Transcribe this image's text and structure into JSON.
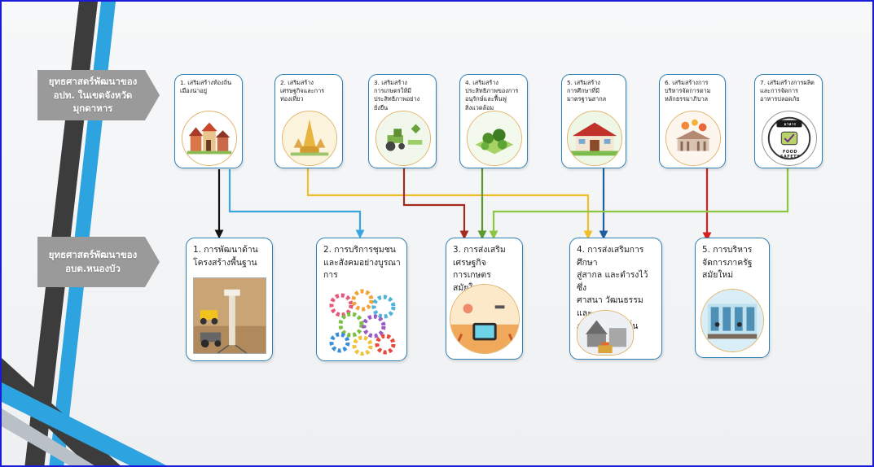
{
  "row1_label": "ยุทธศาสตร์พัฒนาของ\nอปท. ในเขตจังหวัด\nมุกดาหาร",
  "row2_label": "ยุทธศาสตร์พัฒนาของ\nอบต.หนองบัว",
  "provincial_strategies": [
    "1. เสริมสร้างท้องถิ่น\nเมืองน่าอยู่",
    "2. เสริมสร้าง\nเศรษฐกิจและการ\nท่องเที่ยว",
    "3. เสริมสร้าง\nการเกษตรให้มี\nประสิทธิภาพอย่าง\nยั่งยืน",
    "4. เสริมสร้าง\nประสิทธิภาพของการ\nอนุรักษ์และฟื้นฟู\nสิ่งแวดล้อม",
    "5. เสริมสร้าง\nการศึกษาที่มี\nมาตรฐานสากล",
    "6. เสริมสร้างการ\nบริหารจัดการตาม\nหลักธรรมาภิบาล",
    "7. เสริมสร้างการผลิต\nและการจัดการ\nอาหารปลอดภัย"
  ],
  "local_strategies": [
    "1. การพัฒนาด้าน\nโครงสร้างพื้นฐาน",
    "2. การบริการชุมชน\nและสังคมอย่างบูรณา\nการ",
    "3. การส่งเสริม\nเศรษฐกิจการเกษตร\nสมัยใหม่",
    "4. การส่งเสริมการศึกษา\nสู่สากล และดำรงไว้ซึ่ง\nศาสนา วัฒนธรรมและ\nภูมิปัญญาท้องถิ่น",
    "5. การบริหาร\nจัดการภาครัฐ\nสมัยใหม่"
  ],
  "food_safety_thai": "อาหารปลอดภัย",
  "food_safety_en": "FOOD SAFETY",
  "links": [
    {
      "from": 1,
      "to": 1,
      "color": "#111111"
    },
    {
      "from": 1,
      "to": 2,
      "color": "#3aa6e0"
    },
    {
      "from": 2,
      "to": 4,
      "color": "#f0be28"
    },
    {
      "from": 3,
      "to": 3,
      "color": "#a52a1e"
    },
    {
      "from": 4,
      "to": 3,
      "color": "#5a9a2a"
    },
    {
      "from": 5,
      "to": 4,
      "color": "#1f5fa0"
    },
    {
      "from": 6,
      "to": 5,
      "color": "#d6201e"
    },
    {
      "from": 7,
      "to": 3,
      "color": "#8cc642"
    }
  ],
  "colors": {
    "border": "#1a1adb",
    "card_border": "#2e7fb3",
    "label_fill": "#9a9a9a",
    "stripe_dark": "#3c3c3c",
    "stripe_blue": "#2da3e0"
  }
}
